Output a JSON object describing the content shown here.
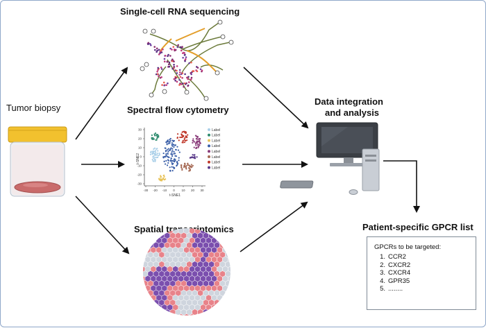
{
  "sections": {
    "scrna_title": "Single-cell RNA sequencing",
    "flow_title": "Spectral flow cytometry",
    "spatial_title": "Spatial transcriptomics",
    "tumor_label": "Tumor biopsy",
    "integration_title_line1": "Data integration",
    "integration_title_line2": "and analysis",
    "gpcr_title": "Patient-specific GPCR list"
  },
  "gpcr_box": {
    "heading": "GPCRs to be targeted:",
    "items": [
      "CCR2",
      "CXCR2",
      "CXCR4",
      "GPR35",
      "........"
    ]
  },
  "tsne_plot": {
    "ylabel": "t-SNE2",
    "xlabel": "t-SNE1",
    "xticks": [
      "-30",
      "-20",
      "-10",
      "0",
      "10",
      "20",
      "30"
    ],
    "yticks": [
      "30",
      "20",
      "10",
      "0",
      "-10",
      "-20",
      "-30"
    ],
    "legend": [
      "Label",
      "Label",
      "Label",
      "Label",
      "Label",
      "Label",
      "Label",
      "Label"
    ],
    "legend_colors": [
      "#a9cfe8",
      "#2e8b6e",
      "#e8c35a",
      "#3a5fa8",
      "#8a3c7a",
      "#a66a55",
      "#c0392b",
      "#5a3a8a"
    ]
  },
  "colors": {
    "border": "#8fa7c9",
    "arrow": "#111111",
    "jar_lid": "#f2c12e",
    "tissue": "#c96b6b",
    "spatial_pink": "#e8838a",
    "spatial_purple": "#7b4fae",
    "spatial_grey": "#cfd5de"
  }
}
